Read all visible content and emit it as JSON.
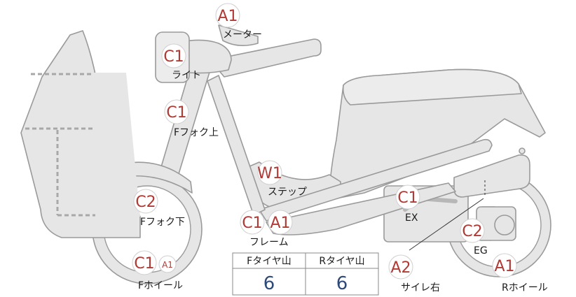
{
  "badges": {
    "meter": "A1",
    "light": "C1",
    "fork_upper": "C1",
    "step": "W1",
    "fork_lower": "C2",
    "frame_1": "C1",
    "frame_2": "A1",
    "f_wheel_1": "C1",
    "f_wheel_2": "A1",
    "ex": "C1",
    "eg": "C2",
    "muffler_right": "A2",
    "r_wheel": "A1"
  },
  "labels": {
    "meter": "メーター",
    "light": "ライト",
    "fork_upper": "Fフォク上",
    "step": "ステップ",
    "fork_lower": "Fフォク下",
    "frame": "フレーム",
    "f_wheel": "Fホイール",
    "ex": "EX",
    "eg": "EG",
    "muffler_right": "サイレ右",
    "r_wheel": "Rホイール"
  },
  "tire_table": {
    "front_header": "Fタイヤ山",
    "rear_header": "Rタイヤ山",
    "front_value": "6",
    "rear_value": "6"
  },
  "colors": {
    "badge_text": "#b03a35",
    "table_value": "#2d4a78",
    "body_fill": "#e6e6e6",
    "outline": "#9a9a9a"
  }
}
